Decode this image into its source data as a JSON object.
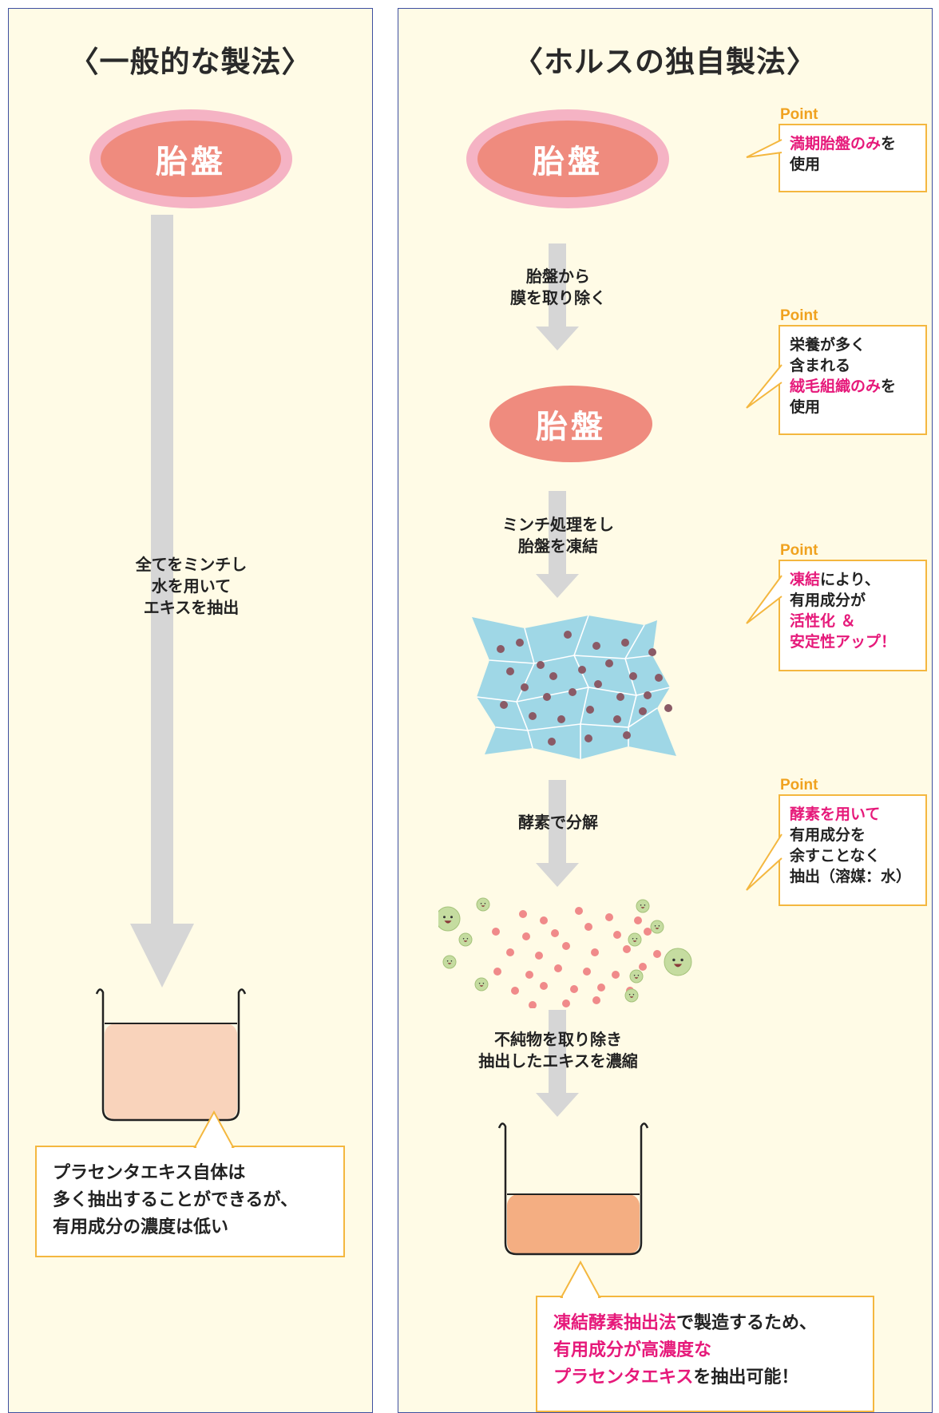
{
  "left": {
    "title": "〈一般的な製法〉",
    "placenta_label": "胎盤",
    "step_lines": [
      "全てをミンチし",
      "水を用いて",
      "エキスを抽出"
    ],
    "callout_lines": [
      "プラセンタエキス自体は",
      "多く抽出することができるが、",
      "有用成分の濃度は低い"
    ]
  },
  "right": {
    "title": "〈ホルスの独自製法〉",
    "placenta1_label": "胎盤",
    "placenta2_label": "胎盤",
    "steps": [
      [
        "胎盤から",
        "膜を取り除く"
      ],
      [
        "ミンチ処理をし",
        "胎盤を凍結"
      ],
      [
        "酵素で分解"
      ],
      [
        "不純物を取り除き",
        "抽出したエキスを濃縮"
      ]
    ],
    "points": {
      "tag": "Point",
      "p1": {
        "hl": "満期胎盤のみ",
        "rest1": "を",
        "line2": "使用"
      },
      "p2": {
        "line1": "栄養が多く",
        "line2": "含まれる",
        "hl": "絨毛組織のみ",
        "rest3": "を",
        "line4": "使用"
      },
      "p3": {
        "hl": "凍結",
        "rest1": "により、",
        "line2": "有用成分が",
        "hl3": "活性化 ＆",
        "hl4": "安定性アップ！"
      },
      "p4": {
        "hl": "酵素を用いて",
        "line2": "有用成分を",
        "line3": "余すことなく",
        "line4": "抽出（溶媒：水）"
      }
    },
    "callout": {
      "hl1": "凍結酵素抽出法",
      "rest1": "で製造するため、",
      "hl2": "有用成分が高濃度な",
      "hl3": "プラセンタエキス",
      "rest3": "を抽出可能！"
    }
  },
  "colors": {
    "panel_bg": "#fffbe6",
    "panel_border": "#3d4fa0",
    "placenta": "#ef8b7e",
    "placenta_fringe": "#f5b3c4",
    "arrow": "#d6d6d6",
    "highlight": "#e6197a",
    "point_border": "#f4b73f",
    "ice": "#9fd7e6",
    "liquid_left": "#f9d3bb",
    "liquid_right": "#f4ae82"
  },
  "icons": [
    "fringed-placenta-icon",
    "placenta-blob-icon",
    "frozen-ice-icon",
    "enzyme-mascot-icon",
    "beaker-icon"
  ]
}
